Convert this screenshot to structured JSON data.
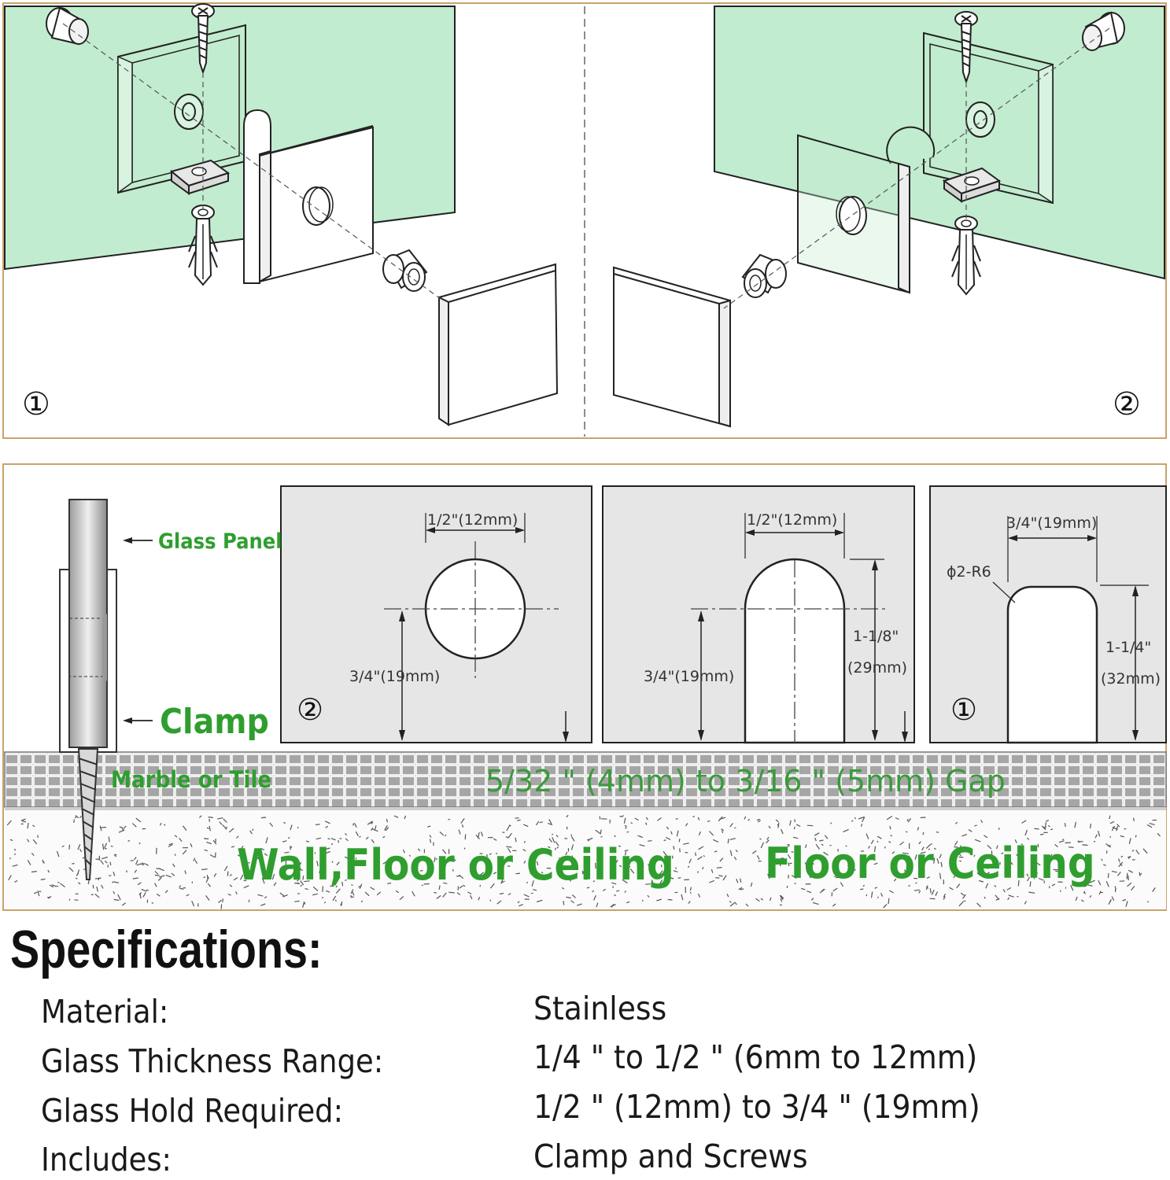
{
  "colors": {
    "wall_green": "#c2eccf",
    "label_green": "#2f9e2f",
    "frame_tan": "#c9a36a",
    "panel_gray": "#e6e6e6",
    "tile_gray": "#a9a9a9"
  },
  "install_steps": {
    "left_marker": "①",
    "right_marker": "②"
  },
  "side_view": {
    "glass_panel_label": "Glass Panel",
    "clamp_label": "Clamp",
    "surface_label": "Marble or Tile"
  },
  "cutouts": {
    "circle": {
      "marker": "②",
      "width_dim": "1/2\"(12mm)",
      "height_dim": "3/4\"(19mm)"
    },
    "arch": {
      "width_dim": "1/2\"(12mm)",
      "center_dim": "3/4\"(19mm)",
      "height_dim_top": "1-1/8\"",
      "height_dim_bottom": "(29mm)"
    },
    "notch": {
      "marker": "①",
      "width_dim": "3/4\"(19mm)",
      "radius_dim": "ϕ2-R6",
      "height_dim_top": "1-1/4\"",
      "height_dim_bottom": "(32mm)"
    }
  },
  "gap_label": "5/32 \" (4mm) to 3/16 \" (5mm) Gap",
  "mount_labels": {
    "left": "Wall,Floor or Ceiling",
    "right": "Floor or Ceiling"
  },
  "specifications": {
    "title": "Specifications:",
    "rows": [
      {
        "label": "Material:",
        "value": "Stainless"
      },
      {
        "label": "Glass Thickness Range:",
        "value": "1/4 \" to 1/2 \" (6mm to 12mm)"
      },
      {
        "label": "Glass Hold Required:",
        "value": "1/2 \" (12mm) to 3/4 \" (19mm)"
      },
      {
        "label": "Includes:",
        "value": "Clamp and Screws"
      }
    ]
  }
}
